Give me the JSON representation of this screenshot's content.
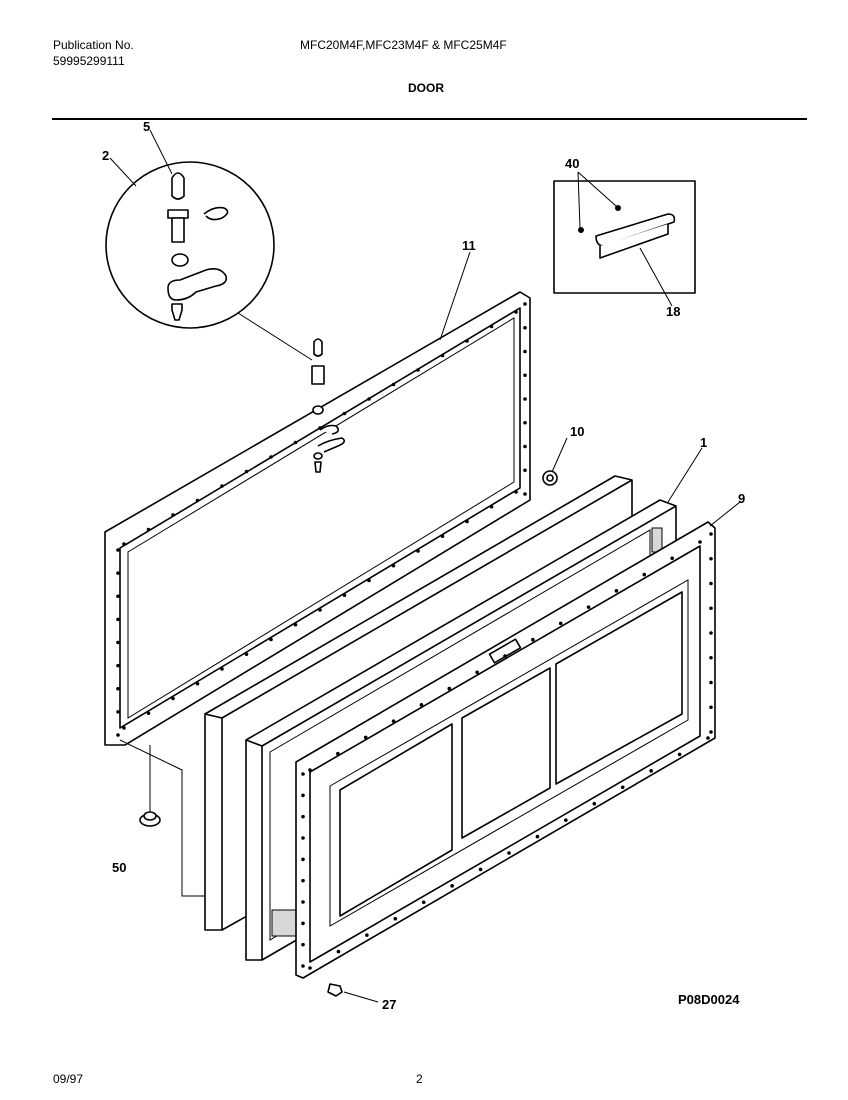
{
  "header": {
    "publication_label": "Publication No.",
    "publication_number": "59995299111",
    "models": "MFC20M4F,MFC23M4F & MFC25M4F",
    "title": "DOOR"
  },
  "diagram": {
    "id": "P08D0024",
    "callouts": {
      "c2": "2",
      "c5": "5",
      "c11": "11",
      "c40": "40",
      "c18": "18",
      "c10": "10",
      "c1": "1",
      "c9": "9",
      "c50": "50",
      "c27": "27"
    }
  },
  "footer": {
    "date": "09/97",
    "page": "2"
  }
}
